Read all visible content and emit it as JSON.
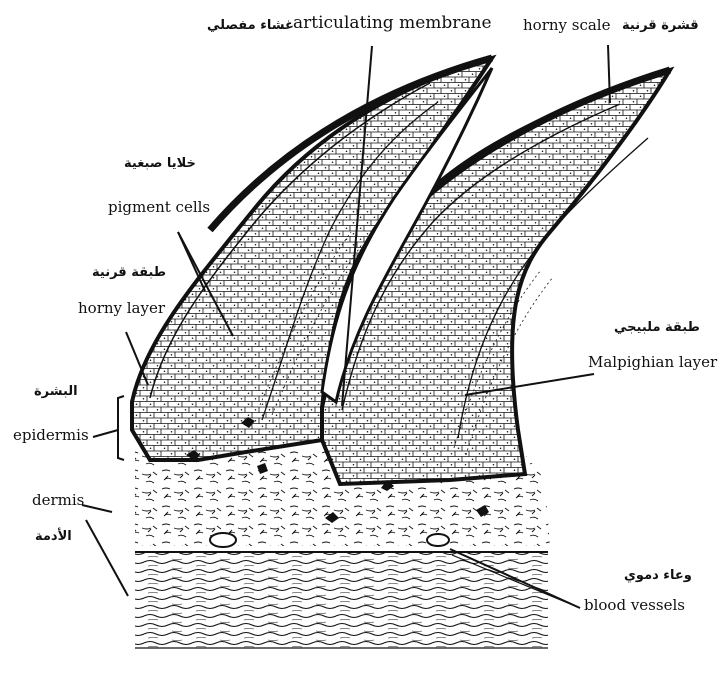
{
  "labels": {
    "articulating_membrane": {
      "en": "articulating membrane",
      "ar": "غشاء مفصلي"
    },
    "horny_scale": {
      "en": "horny scale",
      "ar": "قشرة قرنية"
    },
    "pigment_cells": {
      "en": "pigment cells",
      "ar": "خلايا صبغية"
    },
    "horny_layer": {
      "en": "horny layer",
      "ar": "طبقة قرنية"
    },
    "malpighian_layer": {
      "en": "Malpighian layer",
      "ar": "طبقة ملبيجي"
    },
    "epidermis": {
      "en": "epidermis",
      "ar": "البشرة"
    },
    "dermis": {
      "en": "dermis",
      "ar": "الأدمة"
    },
    "blood_vessels": {
      "en": "blood vessels",
      "ar": "وعاء دموي"
    }
  },
  "colors": {
    "ink": "#111111",
    "background": "#ffffff",
    "epidermis_fill": "#f7f7f7",
    "dermis_fill": "#ffffff"
  }
}
